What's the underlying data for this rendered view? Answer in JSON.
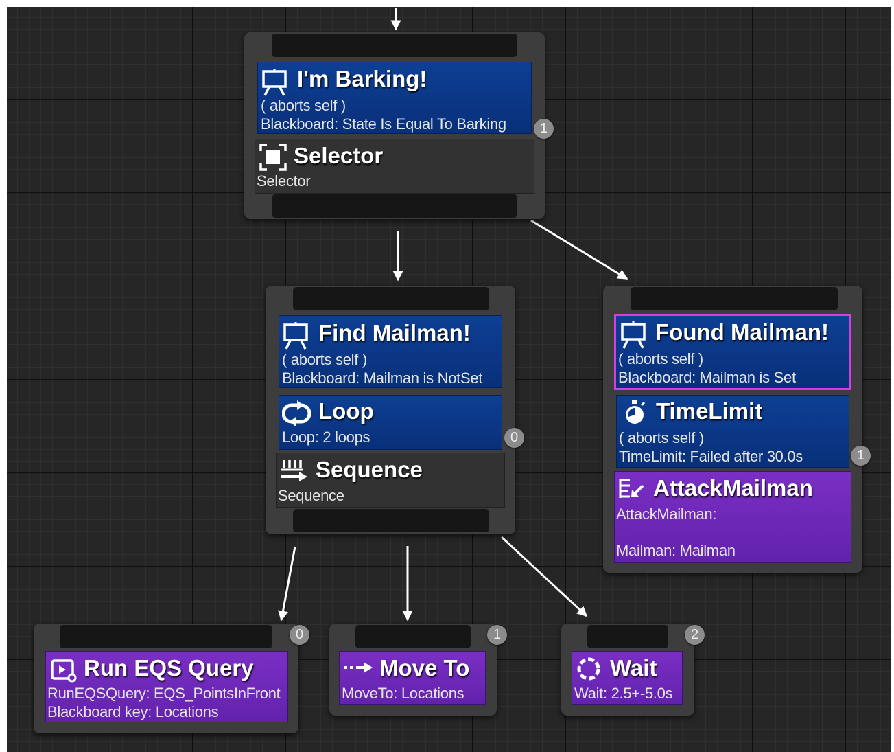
{
  "nodes": {
    "barking": {
      "decorator_title": "I'm Barking!",
      "decorator_abort": "( aborts self )",
      "decorator_condition": "Blackboard: State Is Equal To Barking",
      "badge": "1",
      "composite_title": "Selector",
      "composite_sub": "Selector"
    },
    "find": {
      "decorator_title": "Find Mailman!",
      "decorator_abort": "( aborts self )",
      "decorator_condition": "Blackboard: Mailman is NotSet",
      "loop_title": "Loop",
      "loop_sub": "Loop: 2 loops",
      "badge": "0",
      "composite_title": "Sequence",
      "composite_sub": "Sequence"
    },
    "found": {
      "decorator_title": "Found Mailman!",
      "decorator_abort": "( aborts self )",
      "decorator_condition": "Blackboard: Mailman is Set",
      "timelimit_title": "TimeLimit",
      "timelimit_abort": "( aborts self )",
      "timelimit_sub": "TimeLimit: Failed after 30.0s",
      "badge": "1",
      "task_title": "AttackMailman",
      "task_sub1": "AttackMailman:",
      "task_sub2": "Mailman: Mailman"
    },
    "run_eqs": {
      "badge": "0",
      "title": "Run EQS Query",
      "sub1": "RunEQSQuery: EQS_PointsInFront",
      "sub2": "Blackboard key: Locations"
    },
    "move_to": {
      "badge": "1",
      "title": "Move To",
      "sub": "MoveTo: Locations"
    },
    "wait": {
      "badge": "2",
      "title": "Wait",
      "sub": "Wait: 2.5+-5.0s"
    }
  },
  "colors": {
    "canvas": "#262626",
    "decorator_blue": "#0b3886",
    "composite_gray": "#323232",
    "task_purple": "#6e28b8",
    "selection_border": "#d23fe0",
    "wire": "#ffffff"
  },
  "icons": {
    "decorator": "blackboard-easel-icon",
    "selector": "selector-icon",
    "loop": "loop-icon",
    "sequence": "sequence-icon",
    "timelimit": "stopwatch-icon",
    "attack_task": "attack-task-icon",
    "eqs": "eqs-query-icon",
    "move_to": "move-arrow-icon",
    "wait": "wait-icon"
  }
}
